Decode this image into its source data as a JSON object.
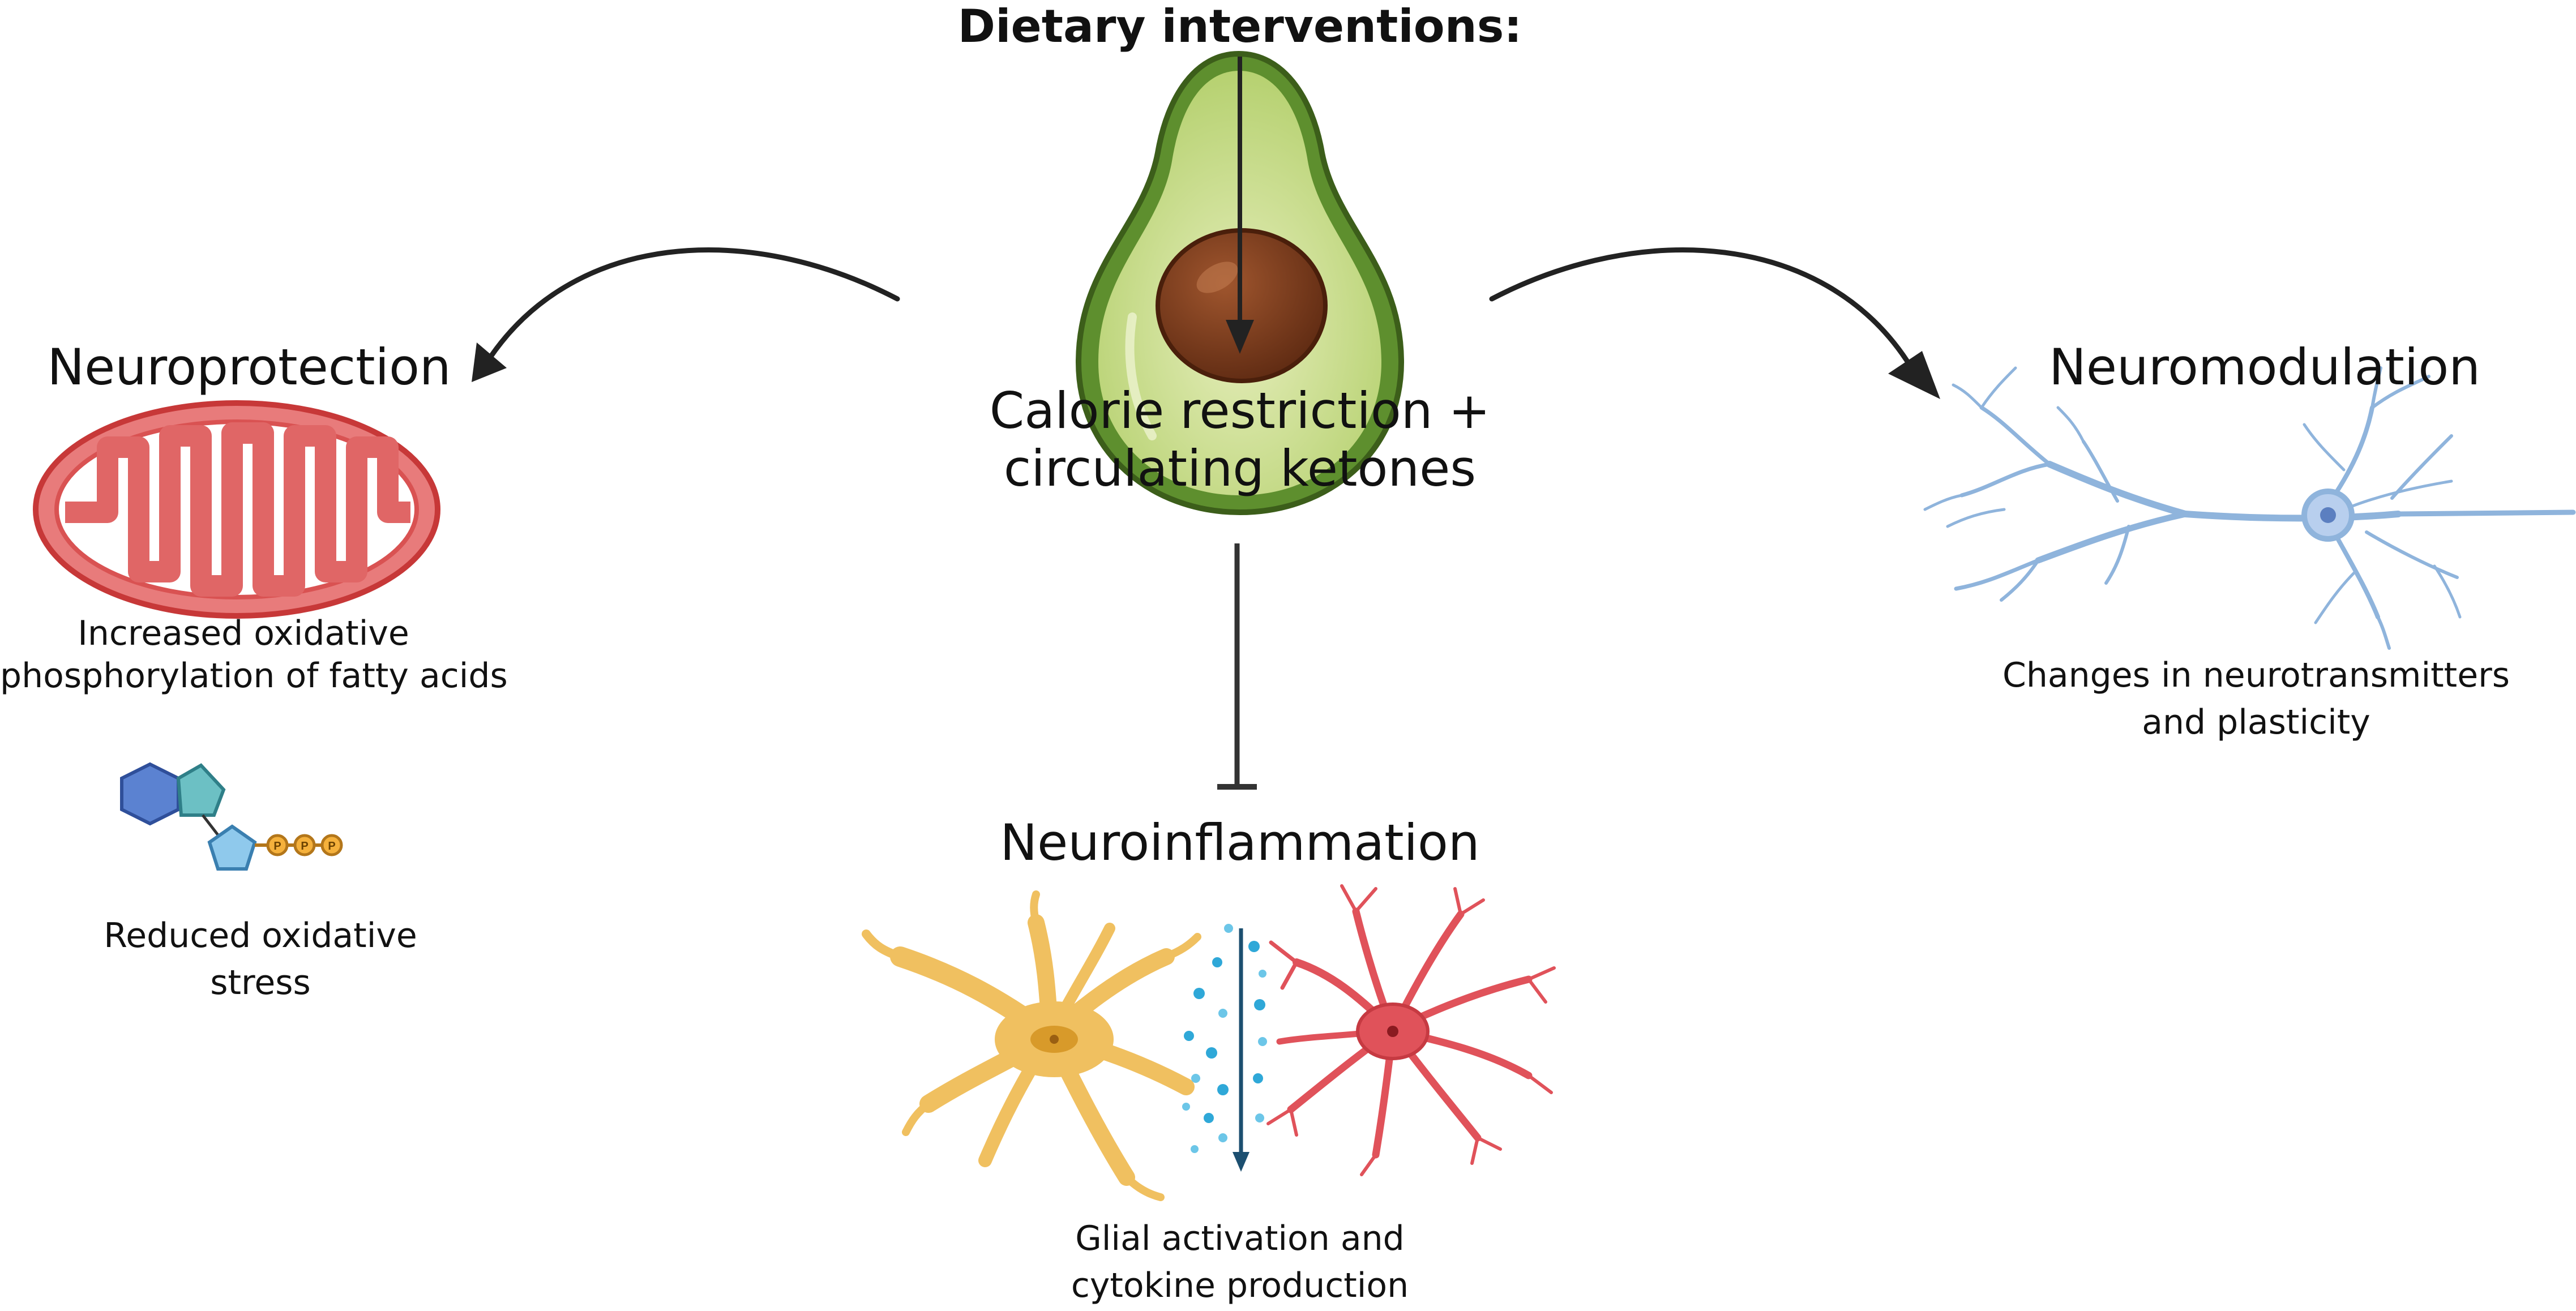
{
  "title": "Dietary interventions:",
  "center": {
    "line1": "Calorie restriction +",
    "line2": "circulating ketones"
  },
  "neuroprotection": {
    "heading": "Neuroprotection",
    "caption1_line1": "Increased oxidative",
    "caption1_line2": "phosphorylation of fatty acids",
    "caption2_line1": "Reduced oxidative",
    "caption2_line2": "stress",
    "atp_label": "P"
  },
  "neuromodulation": {
    "heading": "Neuromodulation",
    "caption_line1": "Changes in neurotransmitters",
    "caption_line2": "and plasticity"
  },
  "neuroinflammation": {
    "heading": "Neuroinflammation",
    "caption_line1": "Glial activation and",
    "caption_line2": "cytokine production"
  },
  "colors": {
    "avocado_skin": "#4f7a28",
    "avocado_flesh": "#c8de8a",
    "avocado_pit": "#7a3a1c",
    "mitochondrion": "#e06666",
    "neuron": "#8fb4dc",
    "astrocyte": "#f0c060",
    "microglia": "#e0525a",
    "cytokine": "#2fa8d8"
  }
}
